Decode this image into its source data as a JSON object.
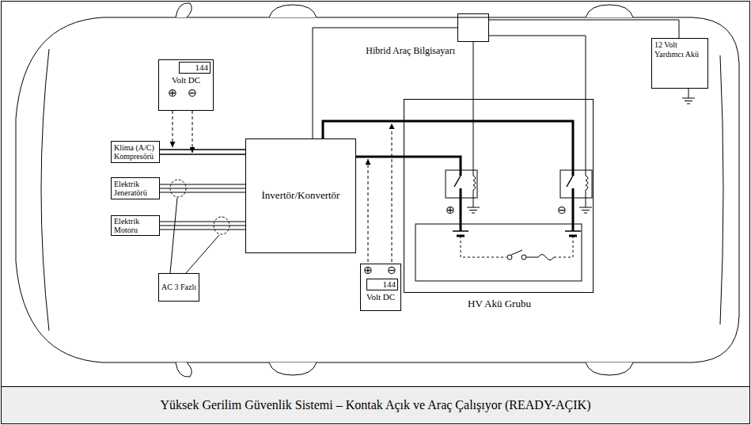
{
  "diagram": {
    "caption": "Yüksek Gerilim Güvenlik Sistemi – Kontak Açık ve Araç Çalışıyor (READY-AÇIK)",
    "nodes": [
      {
        "text": [
          "Hibrid Araç Bilgisayarı"
        ]
      },
      {
        "text": [
          "12 Volt Yardımcı Akü"
        ]
      },
      {
        "text": [
          "144",
          "Volt DC"
        ]
      },
      {
        "text": [
          "Klima (A/C) Kompresörü"
        ]
      },
      {
        "text": [
          "Elektrik Jeneratörü"
        ]
      },
      {
        "text": [
          "Elektrik Motoru"
        ]
      },
      {
        "text": [
          "İnvertör/Konvertör"
        ]
      },
      {
        "text": [
          "144",
          "Volt DC"
        ]
      },
      {
        "text": [
          "HV Akü Grubu"
        ]
      },
      {
        "text": [
          "AC 3 Fazlı"
        ]
      }
    ],
    "edges": [
      {
        "from": 6,
        "to": 3,
        "arrow": "none"
      },
      {
        "from": 6,
        "to": 4,
        "arrow": "none"
      },
      {
        "from": 6,
        "to": 5,
        "arrow": "none"
      },
      {
        "from": 6,
        "to": 8,
        "arrow": "none"
      },
      {
        "from": 6,
        "to": 8,
        "arrow": "none"
      },
      {
        "from": 0,
        "to": 6,
        "arrow": "none"
      },
      {
        "from": 0,
        "to": 1,
        "arrow": "none"
      },
      {
        "from": 0,
        "to": 8,
        "arrow": "none"
      }
    ],
    "labels": [
      "⊕",
      "⊖",
      "⊕",
      "⊖",
      "⊕",
      "⊖"
    ]
  }
}
